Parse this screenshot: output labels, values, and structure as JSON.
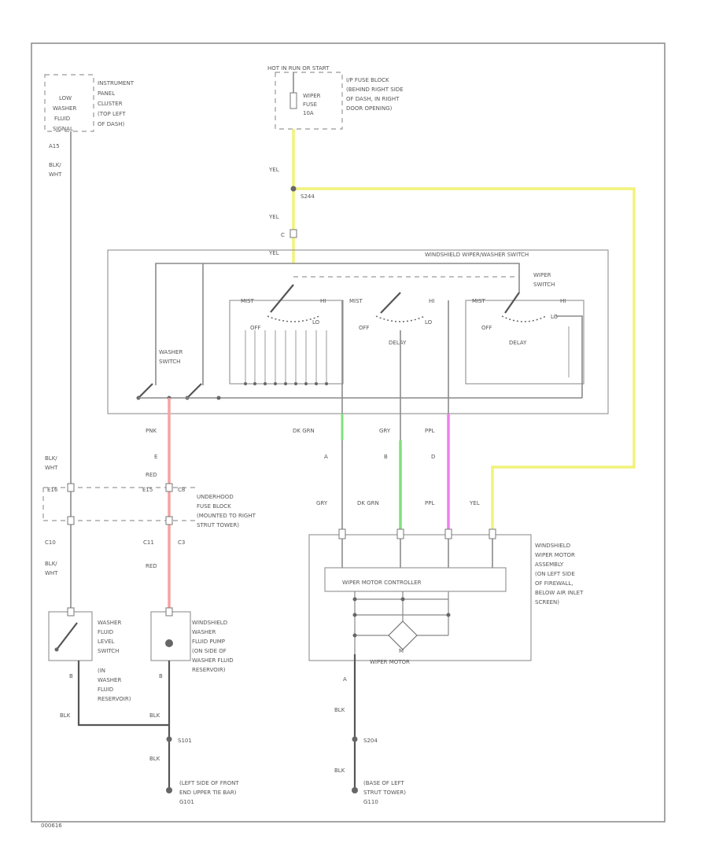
{
  "wire_colors": {
    "yellow": "#f2f27a",
    "red": "#f5a3a3",
    "green": "#7fe07f",
    "magenta": "#f07ef0",
    "gray": "#8a8a8a"
  },
  "labels": {
    "hot_in_run": "HOT IN RUN OR START",
    "fuse_block": [
      "I/P FUSE BLOCK",
      "(BEHIND RIGHT SIDE",
      "OF DASH, IN RIGHT",
      "DOOR OPENING)"
    ],
    "wiper_fuse": [
      "WIPER",
      "FUSE",
      "10A"
    ],
    "instrument_cluster": [
      "INSTRUMENT",
      "PANEL",
      "CLUSTER",
      "(TOP LEFT",
      "OF DASH)"
    ],
    "low_washer": [
      "LOW",
      "WASHER",
      "FLUID",
      "SIGNAL"
    ],
    "a15": "A15",
    "blk_wht": [
      "BLK/",
      "WHT"
    ],
    "yel": "YEL",
    "s244": "S244",
    "c": "C",
    "switch_box_title": "WINDSHIELD WIPER/WASHER SWITCH",
    "wiper_switch": [
      "WIPER",
      "SWITCH"
    ],
    "washer_switch": [
      "WASHER",
      "SWITCH"
    ],
    "off": "OFF",
    "lo": "LO",
    "hi": "HI",
    "mist": "MIST",
    "delay": "DELAY",
    "pnk": "PNK",
    "dk_grn": "DK GRN",
    "gry": "GRY",
    "ppl": "PPL",
    "red": "RED",
    "e": "E",
    "a": "A",
    "b": "B",
    "d": "D",
    "e16": "E16",
    "e15": "E15",
    "c8": "C8",
    "c10": "C10",
    "c11": "C11",
    "c3": "C3",
    "underhood": [
      "UNDERHOOD",
      "FUSE BLOCK",
      "(MOUNTED TO RIGHT",
      "STRUT TOWER)"
    ],
    "motor_assembly": [
      "WINDSHIELD",
      "WIPER MOTOR",
      "ASSEMBLY",
      "(ON LEFT SIDE",
      "OF FIREWALL,",
      "BELOW AIR INLET",
      "SCREEN)"
    ],
    "controller": "WIPER MOTOR CONTROLLER",
    "m": "M",
    "wiper_motor": "WIPER MOTOR",
    "level_switch": [
      "WASHER",
      "FLUID",
      "LEVEL",
      "SWITCH",
      "(IN",
      "WASHER",
      "FLUID",
      "RESERVOIR)"
    ],
    "pump": [
      "WINDSHIELD",
      "WASHER",
      "FLUID PUMP",
      "(ON SIDE OF",
      "WASHER FLUID",
      "RESERVOIR)"
    ],
    "blk": "BLK",
    "s101": "S101",
    "s204": "S204",
    "ground_left": [
      "(LEFT SIDE OF FRONT",
      "END UPPER TIE BAR)",
      "G101"
    ],
    "ground_right": [
      "(BASE OF LEFT",
      "STRUT TOWER)",
      "G110"
    ],
    "footer": "000616"
  }
}
